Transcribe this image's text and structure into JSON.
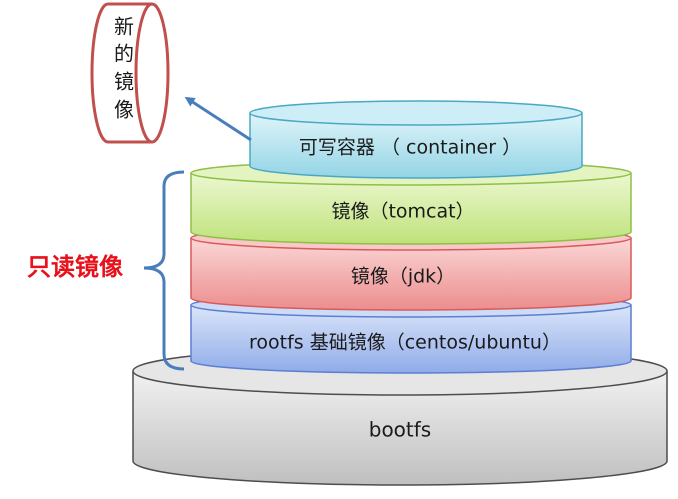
{
  "layers": {
    "container": {
      "label": "可写容器 （ container ）",
      "fill": "#b7e6f0",
      "stroke": "#4aa8c4"
    },
    "tomcat": {
      "label": "镜像（tomcat）",
      "fill": "#d4ef9e",
      "stroke": "#8fbf46"
    },
    "jdk": {
      "label": "镜像（jdk）",
      "fill": "#f4b0b0",
      "stroke": "#d95a5a"
    },
    "rootfs": {
      "label": "rootfs 基础镜像（centos/ubuntu）",
      "fill": "#b8ccf4",
      "stroke": "#5b7fd1"
    },
    "bootfs": {
      "label": "bootfs",
      "fill": "#d9d9d9",
      "stroke": "#4d4d4d"
    }
  },
  "new_image": {
    "chars": [
      "新",
      "的",
      "镜",
      "像"
    ],
    "stroke": "#c0504d"
  },
  "readonly": {
    "label": "只读镜像",
    "color": "#e8101a",
    "brace_color": "#4a7ebb"
  },
  "arrow": {
    "color": "#4a7ebb"
  }
}
